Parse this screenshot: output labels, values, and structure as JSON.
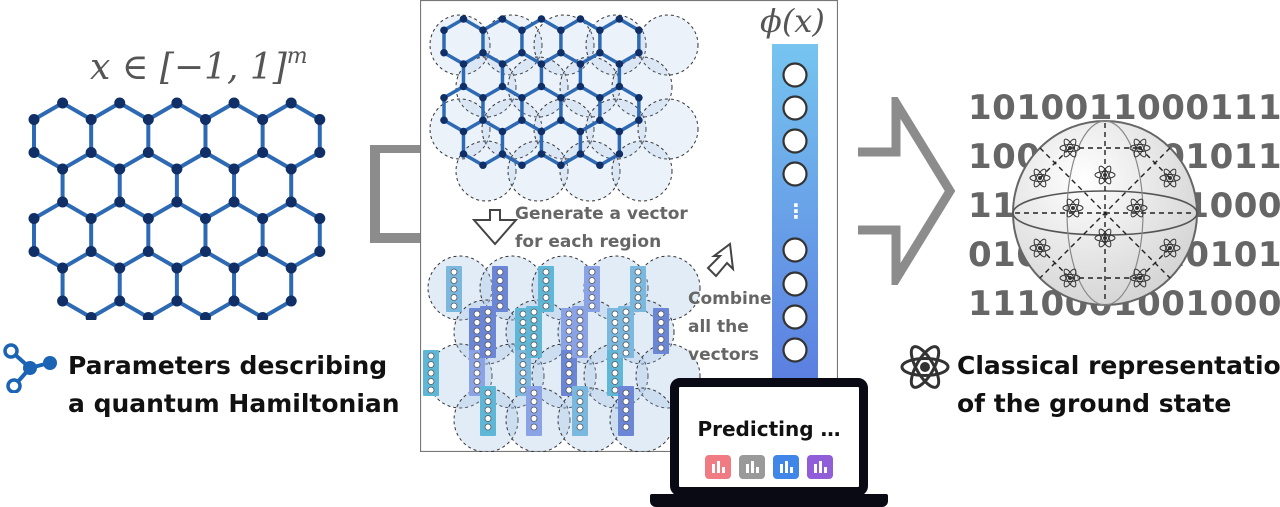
{
  "left": {
    "formula_main": "x ∈ [−1, 1]",
    "formula_sup": "m",
    "caption_line1": "Parameters describing",
    "caption_line2": "a quantum Hamiltonian",
    "icon": "molecule-icon"
  },
  "center": {
    "step1_line1": "Generate a vector",
    "step1_line2": "for each region",
    "step2_line1": "Combine",
    "step2_line2": "all the",
    "step2_line3": "vectors",
    "feature_label": "ϕ(x)",
    "vector_ellipsis": "⋮"
  },
  "laptop": {
    "status_text": "Predicting …",
    "chart_chips": [
      {
        "icon": "bar-chart-icon",
        "color": "#f07b83"
      },
      {
        "icon": "bar-chart-icon",
        "color": "#9a9a9a"
      },
      {
        "icon": "bar-chart-icon",
        "color": "#3f86e8"
      },
      {
        "icon": "bar-chart-icon",
        "color": "#8f5ed8"
      }
    ]
  },
  "right": {
    "bitstrings": [
      "1010011000111",
      "1000010001011",
      "1100110011000",
      "0101110010101",
      "1110001001000"
    ],
    "caption_line1": "Classical representation",
    "caption_line2": "of the ground state",
    "icon": "atom-icon"
  },
  "colors": {
    "lattice_edge": "#2e6ab3",
    "lattice_node": "#0f2f66",
    "arrow_gray": "#8c8c8c",
    "feature_bar_top": "#76c4f0",
    "feature_bar_bottom": "#5b7fe0"
  }
}
